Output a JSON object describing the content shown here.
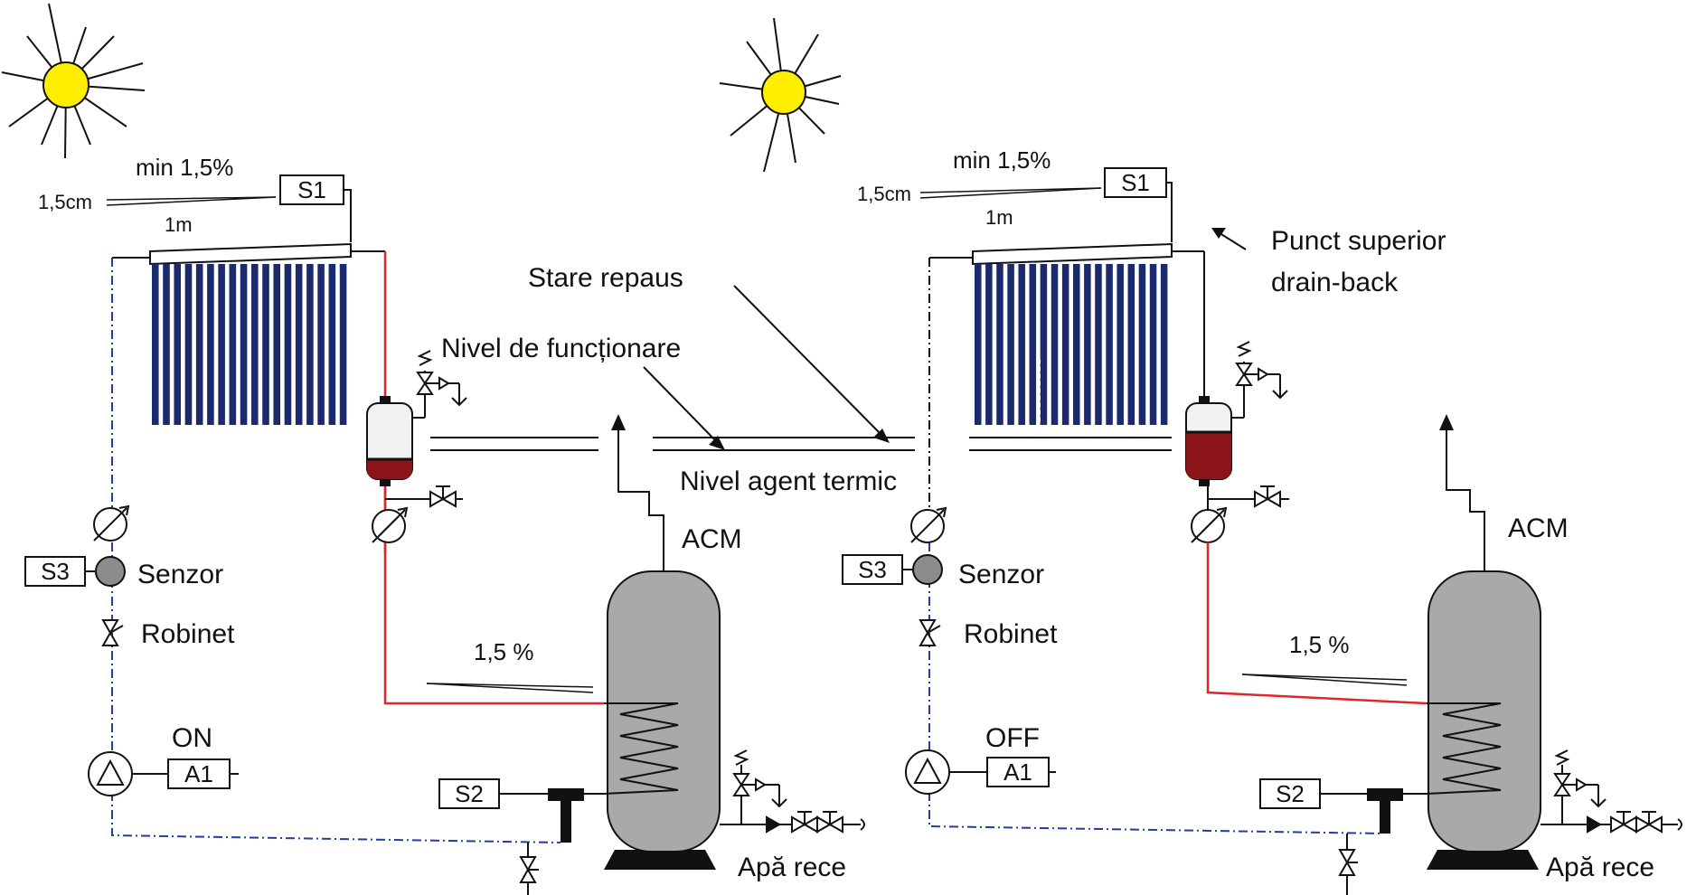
{
  "colors": {
    "sun": "#ffee00",
    "pipe_hot": "#e0262c",
    "pipe_return": "#1f3f9a",
    "tubes": "#1a2a6c",
    "fluid": "#8a1418",
    "tank": "#a9a9a9",
    "sensor_gray": "#8c8c8c"
  },
  "icons": [
    "sun-icon",
    "solar-collector-icon",
    "drainback-vessel-icon",
    "flowmeter-icon",
    "valve-icon",
    "safety-valve-icon",
    "pump-icon",
    "tank-icon",
    "coil-icon",
    "tee-icon"
  ],
  "left": {
    "slope": "min 1,5%",
    "height": "1,5cm",
    "length": "1m",
    "s1": "S1",
    "s2": "S2",
    "s3": "S3",
    "a1": "A1",
    "senzor": "Senzor",
    "robinet": "Robinet",
    "pump_state": "ON",
    "acm": "ACM",
    "pipe_slope": "1,5 %",
    "cold_water": "Apă rece",
    "nivel_functionare": "Nivel de funcționare",
    "stare_repaus": "Stare repaus"
  },
  "center": {
    "nivel_agent": "Nivel agent termic"
  },
  "right": {
    "slope": "min 1,5%",
    "height": "1,5cm",
    "length": "1m",
    "s1": "S1",
    "s2": "S2",
    "s3": "S3",
    "a1": "A1",
    "senzor": "Senzor",
    "robinet": "Robinet",
    "pump_state": "OFF",
    "acm": "ACM",
    "pipe_slope": "1,5 %",
    "cold_water": "Apă rece",
    "punct_line1": "Punct superior",
    "punct_line2": "drain-back"
  }
}
